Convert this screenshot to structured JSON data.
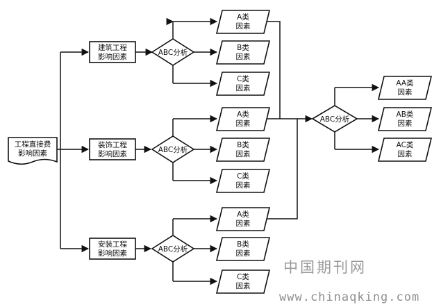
{
  "root": {
    "line1": "工程直接费",
    "line2": "影响因素"
  },
  "categories": [
    {
      "line1": "建筑工程",
      "line2": "影响因素"
    },
    {
      "line1": "装饰工程",
      "line2": "影响因素"
    },
    {
      "line1": "安装工程",
      "line2": "影响因素"
    }
  ],
  "analysis": {
    "label": "ABC分析"
  },
  "classes": {
    "a": {
      "line1": "A类",
      "line2": "因素"
    },
    "b": {
      "line1": "B类",
      "line2": "因素"
    },
    "c": {
      "line1": "C类",
      "line2": "因素"
    }
  },
  "results": {
    "aa": {
      "line1": "AA类",
      "line2": "因素"
    },
    "ab": {
      "line1": "AB类",
      "line2": "因素"
    },
    "ac": {
      "line1": "AC类",
      "line2": "因素"
    }
  },
  "watermark": {
    "chinese": "中国期刊网",
    "url": "www.chinaqking.com"
  },
  "colors": {
    "line": "#111111",
    "watermark": "#9a9a9a",
    "background": "#ffffff"
  }
}
